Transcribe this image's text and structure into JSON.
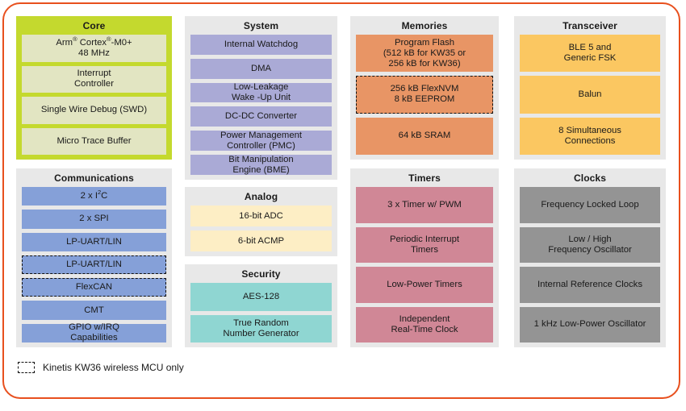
{
  "frame": {
    "accent_color": "#e8501e"
  },
  "groups": [
    {
      "id": "core",
      "title": "Core",
      "header_color": "#c4d92e",
      "block_color": "#e2e5c2",
      "blocks": [
        {
          "label": "Arm® Cortex®-M0+ 48 MHz",
          "lines": [
            "Arm® Cortex®-M0+",
            "48 MHz"
          ],
          "dashed": false
        },
        {
          "label": "Interrupt Controller",
          "lines": [
            "Interrupt",
            "Controller"
          ],
          "dashed": false
        },
        {
          "label": "Single Wire Debug (SWD)",
          "lines": [
            "Single Wire Debug (SWD)"
          ],
          "dashed": false
        },
        {
          "label": "Micro Trace Buffer",
          "lines": [
            "Micro Trace Buffer"
          ],
          "dashed": false
        }
      ]
    },
    {
      "id": "communications",
      "title": "Communications",
      "header_color": "#e8e8e8",
      "block_color": "#85a0d8",
      "blocks": [
        {
          "label": "2 x I²C",
          "lines": [
            "2 x  I²C"
          ],
          "dashed": false
        },
        {
          "label": "2 x SPI",
          "lines": [
            "2 x  SPI"
          ],
          "dashed": false
        },
        {
          "label": "LP-UART/LIN",
          "lines": [
            "LP-UART/LIN"
          ],
          "dashed": false
        },
        {
          "label": "LP-UART/LIN",
          "lines": [
            "LP-UART/LIN"
          ],
          "dashed": true
        },
        {
          "label": "FlexCAN",
          "lines": [
            "FlexCAN"
          ],
          "dashed": true
        },
        {
          "label": "CMT",
          "lines": [
            "CMT"
          ],
          "dashed": false
        },
        {
          "label": "GPIO w/IRQ Capabilities",
          "lines": [
            "GPIO w/IRQ",
            "Capabilities"
          ],
          "dashed": false
        }
      ]
    },
    {
      "id": "system",
      "title": "System",
      "header_color": "#e8e8e8",
      "block_color": "#aaaad6",
      "blocks": [
        {
          "label": "Internal Watchdog",
          "lines": [
            "Internal Watchdog"
          ],
          "dashed": false
        },
        {
          "label": "DMA",
          "lines": [
            "DMA"
          ],
          "dashed": false
        },
        {
          "label": "Low-Leakage Wake -Up Unit",
          "lines": [
            "Low-Leakage",
            "Wake -Up Unit"
          ],
          "dashed": false
        },
        {
          "label": "DC-DC Converter",
          "lines": [
            "DC-DC Converter"
          ],
          "dashed": false
        },
        {
          "label": "Power Management Controller (PMC)",
          "lines": [
            "Power Management",
            "Controller (PMC)"
          ],
          "dashed": false
        },
        {
          "label": "Bit Manipulation Engine (BME)",
          "lines": [
            "Bit Manipulation",
            "Engine (BME)"
          ],
          "dashed": false
        }
      ]
    },
    {
      "id": "analog",
      "title": "Analog",
      "header_color": "#e8e8e8",
      "block_color": "#fdeec5",
      "blocks": [
        {
          "label": "16-bit ADC",
          "lines": [
            "16-bit ADC"
          ],
          "dashed": false
        },
        {
          "label": "6-bit ACMP",
          "lines": [
            "6-bit ACMP"
          ],
          "dashed": false
        }
      ]
    },
    {
      "id": "security",
      "title": "Security",
      "header_color": "#e8e8e8",
      "block_color": "#8fd6d2",
      "blocks": [
        {
          "label": "AES-128",
          "lines": [
            "AES-128"
          ],
          "dashed": false
        },
        {
          "label": "True Random Number Generator",
          "lines": [
            "True Random",
            "Number Generator"
          ],
          "dashed": false
        }
      ]
    },
    {
      "id": "memories",
      "title": "Memories",
      "header_color": "#e8e8e8",
      "block_color": "#e89565",
      "blocks": [
        {
          "label": "Program Flash (512 kB for KW35 or 256 kB for KW36)",
          "lines": [
            "Program Flash",
            "(512 kB for KW35 or",
            "256 kB for KW36)"
          ],
          "dashed": false
        },
        {
          "label": "256 kB FlexNVM 8 kB EEPROM",
          "lines": [
            "256 kB FlexNVM",
            "8 kB EEPROM"
          ],
          "dashed": true
        },
        {
          "label": "64 kB SRAM",
          "lines": [
            "64 kB SRAM"
          ],
          "dashed": false
        }
      ]
    },
    {
      "id": "timers",
      "title": "Timers",
      "header_color": "#e8e8e8",
      "block_color": "#d08796",
      "blocks": [
        {
          "label": "3 x Timer w/ PWM",
          "lines": [
            "3 x Timer w/ PWM"
          ],
          "dashed": false
        },
        {
          "label": "Periodic Interrupt Timers",
          "lines": [
            "Periodic Interrupt",
            "Timers"
          ],
          "dashed": false
        },
        {
          "label": "Low-Power Timers",
          "lines": [
            "Low-Power Timers"
          ],
          "dashed": false
        },
        {
          "label": "Independent Real-Time Clock",
          "lines": [
            "Independent",
            "Real-Time Clock"
          ],
          "dashed": false
        }
      ]
    },
    {
      "id": "transceiver",
      "title": "Transceiver",
      "header_color": "#e8e8e8",
      "block_color": "#fbc761",
      "blocks": [
        {
          "label": "BLE 5 and Generic FSK",
          "lines": [
            "BLE 5 and",
            "Generic FSK"
          ],
          "dashed": false
        },
        {
          "label": "Balun",
          "lines": [
            "Balun"
          ],
          "dashed": false
        },
        {
          "label": "8 Simultaneous Connections",
          "lines": [
            "8 Simultaneous",
            "Connections"
          ],
          "dashed": false
        }
      ]
    },
    {
      "id": "clocks",
      "title": "Clocks",
      "header_color": "#e8e8e8",
      "block_color": "#949494",
      "blocks": [
        {
          "label": "Frequency Locked Loop",
          "lines": [
            "Frequency Locked Loop"
          ],
          "dashed": false
        },
        {
          "label": "Low / High Frequency Oscillator",
          "lines": [
            "Low / High",
            "Frequency Oscillator"
          ],
          "dashed": false
        },
        {
          "label": "Internal Reference Clocks",
          "lines": [
            "Internal Reference Clocks"
          ],
          "dashed": false
        },
        {
          "label": "1 kHz Low-Power Oscillator",
          "lines": [
            "1 kHz Low-Power Oscillator"
          ],
          "dashed": false
        }
      ]
    }
  ],
  "legend": {
    "text": "Kinetis KW36 wireless MCU only"
  }
}
